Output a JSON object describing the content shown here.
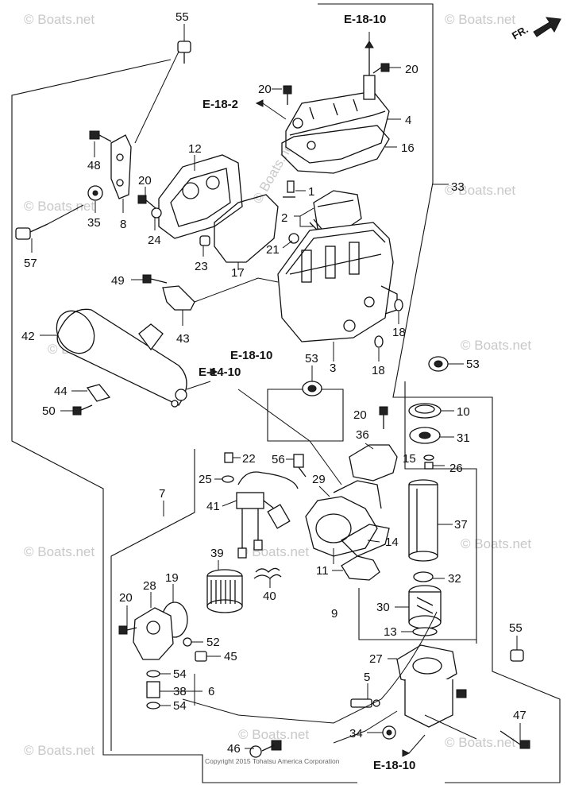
{
  "orientation": {
    "label": "FR."
  },
  "references": {
    "top": "E-18-10",
    "left_mid": "E-18-2",
    "center_a": "E-18-10",
    "center_b": "E-14-10",
    "bottom": "E-18-10"
  },
  "callouts": {
    "c55a": "55",
    "c20a": "20",
    "c4": "4",
    "c20b": "20",
    "c16": "16",
    "c12": "12",
    "c48": "48",
    "c20c": "20",
    "c1": "1",
    "c33": "33",
    "c35": "35",
    "c8": "8",
    "c24": "24",
    "c2": "2",
    "c57": "57",
    "c23": "23",
    "c17": "17",
    "c21": "21",
    "c49": "49",
    "c18a": "18",
    "c42": "42",
    "c43": "43",
    "c18b": "18",
    "c3": "3",
    "c53a": "53",
    "c53b": "53",
    "c44": "44",
    "c50": "50",
    "c10": "10",
    "c20d": "20",
    "c36": "36",
    "c31": "31",
    "c22": "22",
    "c56": "56",
    "c15": "15",
    "c26": "26",
    "c25": "25",
    "c29": "29",
    "c7": "7",
    "c41": "41",
    "c37": "37",
    "c14": "14",
    "c39": "39",
    "c11": "11",
    "c32": "32",
    "c40": "40",
    "c28": "28",
    "c19": "19",
    "c30": "30",
    "c9": "9",
    "c20e": "20",
    "c13": "13",
    "c52": "52",
    "c45": "45",
    "c55b": "55",
    "c27": "27",
    "c54a": "54",
    "c5": "5",
    "c38": "38",
    "c6": "6",
    "c54b": "54",
    "c47": "47",
    "c34": "34",
    "c46": "46"
  },
  "watermark": {
    "text": "© Boats.net"
  },
  "copyright": "Copyright 2015 Tohatsu America Corporation"
}
